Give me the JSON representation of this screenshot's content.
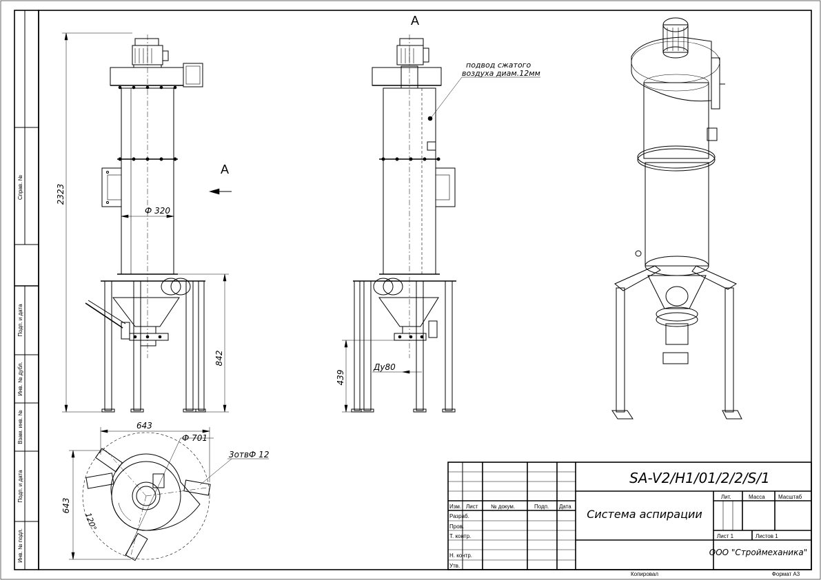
{
  "drawing": {
    "code": "SA-V2/H1/01/2/2/S/1",
    "name": "Система аспирации",
    "company": "ООО \"Строймеханика\"",
    "sheet": "Лист 1",
    "sheets": "Листов 1",
    "copied": "Копировал",
    "format": "Формат А3"
  },
  "title_block": {
    "headers": {
      "izm": "Изм.",
      "list": "Лист",
      "doc": "№ докум.",
      "sign": "Подп.",
      "date": "Дата"
    },
    "roles": [
      "Разраб.",
      "Пров.",
      "Т. контр.",
      "",
      "Н. контр.",
      "Утв."
    ],
    "lit": "Лит.",
    "mass": "Масса",
    "scale": "Масштаб"
  },
  "side_stamp": {
    "sprav": "Справ. №",
    "podp_data_1": "Подп. и дата",
    "inv_dubl": "Инв. № дубл.",
    "vzam_inv": "Взам. инв. №",
    "podp_data_2": "Подп. и дата",
    "inv_podl": "Инв. № подл."
  },
  "dimensions": {
    "height_total": "2323",
    "height_legs": "842",
    "diameter_body": "Ф 320",
    "view_label": "А",
    "view_title": "А",
    "height_outlet": "439",
    "outlet_du": "Ду80",
    "air_note_1": "подвод сжатого",
    "air_note_2": "воздуха диам.12мм",
    "plan_width": "643",
    "plan_height": "643",
    "plan_diam": "Ф 701",
    "holes": "3отвФ 12",
    "angle": "120°"
  }
}
